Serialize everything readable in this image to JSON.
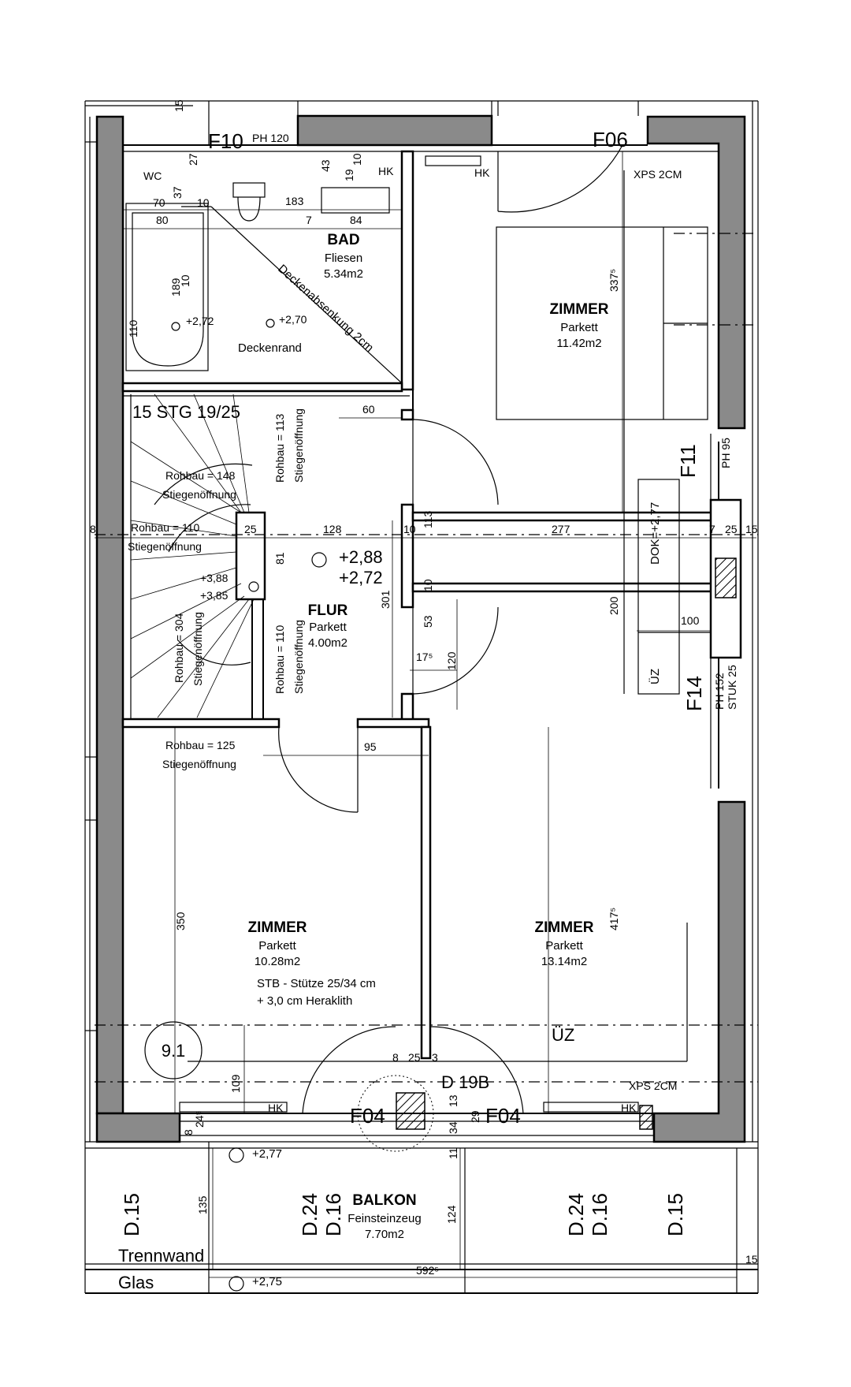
{
  "rooms": {
    "bad": {
      "name": "BAD",
      "floor": "Fliesen",
      "area": "5.34m2"
    },
    "zimmer1": {
      "name": "ZIMMER",
      "floor": "Parkett",
      "area": "11.42m2"
    },
    "flur": {
      "name": "FLUR",
      "floor": "Parkett",
      "area": "4.00m2"
    },
    "zimmer2": {
      "name": "ZIMMER",
      "floor": "Parkett",
      "area": "10.28m2"
    },
    "zimmer3": {
      "name": "ZIMMER",
      "floor": "Parkett",
      "area": "13.14m2"
    },
    "balkon": {
      "name": "BALKON",
      "floor": "Feinsteinzeug",
      "area": "7.70m2"
    }
  },
  "labels": {
    "f10": "F10",
    "ph120": "PH 120",
    "f06": "F06",
    "xps_top": "XPS 2CM",
    "xps_bottom": "XPS 2CM",
    "hk1": "HK",
    "hk2": "HK",
    "hk3": "HK",
    "hk4": "HK",
    "wc": "WC",
    "f11": "F11",
    "ph95": "PH 95",
    "f14": "F14",
    "ph152": "PH 152",
    "stuk25": "STUK 25",
    "dok": "DOK=+2,77",
    "uz_right": "ÜZ",
    "uz_bottom": "ÜZ",
    "deckenabsenkung": "Deckenabsenkung 2cm",
    "deckenrand": "Deckenrand",
    "stg": "15 STG 19/25",
    "rohbau148": "Rohbau = 148",
    "stieg1": "Stiegenöffnung",
    "rohbau110a": "Rohbau = 110",
    "stieg2": "Stiegenöffnung",
    "rohbau113": "Rohbau = 113",
    "stieg3": "Stiegenöffnung",
    "rohbau304": "Rohbau = 304",
    "stieg4": "Stiegenöffnung",
    "rohbau110b": "Rohbau = 110",
    "stieg5": "Stiegenöffnung",
    "rohbau125": "Rohbau = 125",
    "stieg6": "Stiegenöffnung",
    "lvl388": "+3,88",
    "lvl385": "+3,85",
    "lvl288": "+2,88",
    "lvl272": "+2,72",
    "lvl272b": "+2,72",
    "lvl270": "+2,70",
    "lvl277": "+2,77",
    "lvl275": "+2,75",
    "stb1": "STB - Stütze 25/34 cm",
    "stb2": "+ 3,0 cm Heraklith",
    "circle": "9.1",
    "d19b": "D 19B",
    "f04a": "F04",
    "f04b": "F04",
    "d15a": "D.15",
    "d24a": "D.24",
    "d16a": "D.16",
    "d24b": "D.24",
    "d16b": "D.16",
    "d15b": "D.15",
    "trennwand": "Trennwand",
    "glas": "Glas"
  },
  "dims": {
    "d15top": "15",
    "d27": "27",
    "d37": "37",
    "d70": "70",
    "d10a": "10",
    "d183": "183",
    "d43": "43",
    "d19": "19",
    "d10b": "10",
    "d7": "7",
    "d84": "84",
    "d80": "80",
    "d189": "189",
    "d10c": "10",
    "d110a": "110",
    "d337": "337⁵",
    "d60": "60",
    "d8": "8",
    "d25a": "25",
    "d128": "128",
    "d10d": "10",
    "d113": "113",
    "d277": "277",
    "d7b": "7",
    "d25b": "25",
    "d15b": "15",
    "d81": "81",
    "d301": "301",
    "d10e": "10",
    "d200": "200",
    "d100": "100",
    "d53": "53",
    "d17": "17⁵",
    "d120": "120",
    "d95": "95",
    "d350": "350",
    "d417": "417⁵",
    "d109": "109",
    "d8b": "8",
    "d25c": "25",
    "d3": "3",
    "d13": "13",
    "d34": "34",
    "d29": "29",
    "d8c": "8",
    "d24": "24⁵",
    "d11": "11",
    "d135": "135",
    "d124": "124",
    "d592": "592⁵",
    "d15c": "15"
  }
}
